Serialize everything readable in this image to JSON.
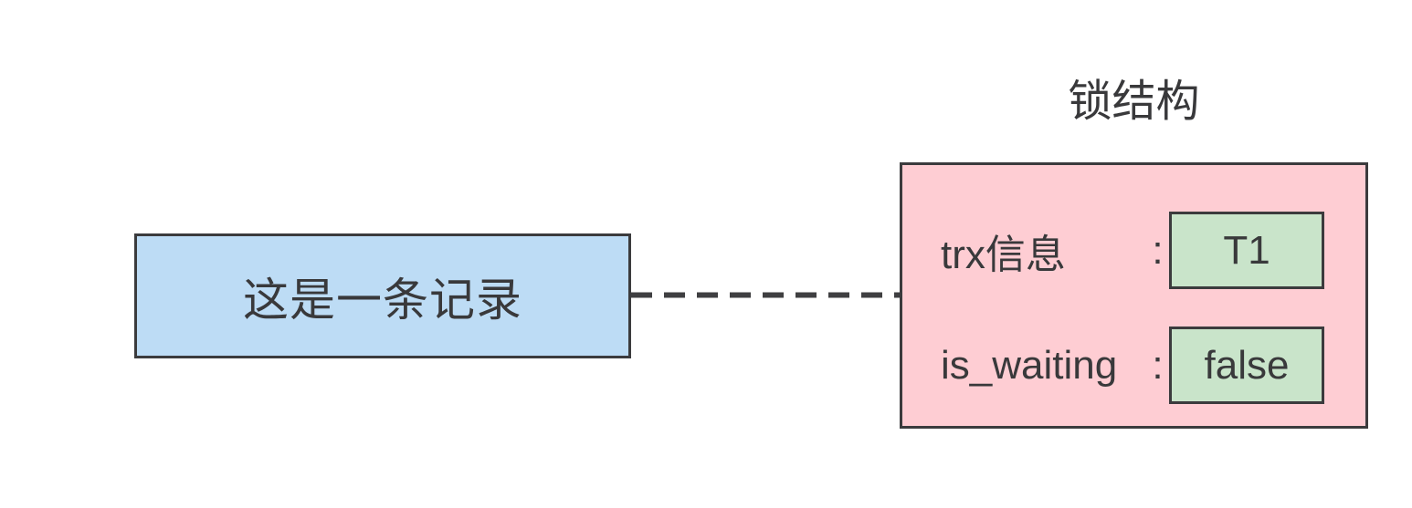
{
  "diagram": {
    "record_box": {
      "label": "这是一条记录"
    },
    "connector": {
      "style": "dashed"
    },
    "lock_structure": {
      "title": "锁结构",
      "fields": [
        {
          "label": "trx信息",
          "separator": ":",
          "value": "T1"
        },
        {
          "label": "is_waiting",
          "separator": ":",
          "value": "false"
        }
      ]
    },
    "colors": {
      "background": "#FFFFFF",
      "record_fill": "#BDDCF5",
      "lock_fill": "#FECDD3",
      "value_fill": "#C9E4CA",
      "border": "#3B3B3D",
      "text": "#39393B",
      "connector": "#3F3F41"
    }
  }
}
